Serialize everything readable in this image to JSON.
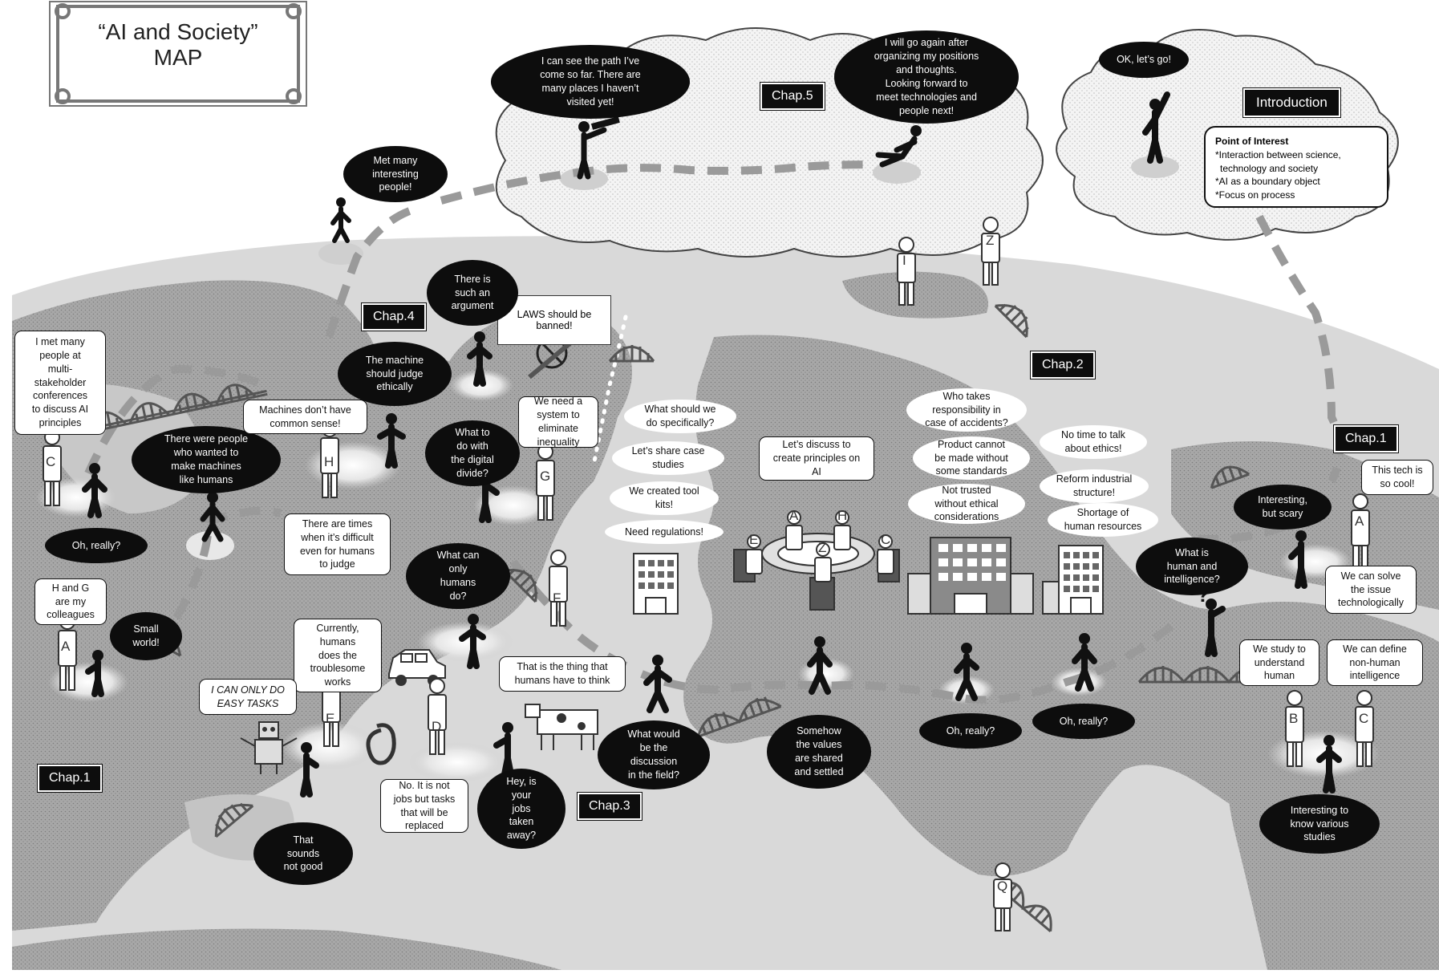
{
  "title": {
    "line1": "“AI and Society”",
    "line2": "MAP"
  },
  "chapters": {
    "intro": "Introduction",
    "chap1_right": "Chap.1",
    "chap1_left": "Chap.1",
    "chap2": "Chap.2",
    "chap3": "Chap.3",
    "chap4": "Chap.4",
    "chap5": "Chap.5"
  },
  "poi": {
    "heading": "Point of Interest",
    "items": [
      "*Interaction between science,",
      "  technology and society",
      "*AI as a boundary object",
      "*Focus on process"
    ]
  },
  "bubbles": {
    "ok_go": "OK, let’s go!",
    "path": "I can see the path I’ve\ncome so far. There are\nmany places I haven’t\nvisited yet!",
    "will_go": "I will go again after\norganizing my positions\nand thoughts.\nLooking forward to\nmeet technologies and\npeople next!",
    "met_many": "Met many\ninteresting\npeople!",
    "i_met": "I met many\npeople at\nmulti-\nstakeholder\nconferences\nto discuss AI\nprinciples",
    "oh_really_1": "Oh, really?",
    "h_and_g": "H and G\nare my\ncolleagues",
    "small_world": "Small\nworld!",
    "there_were": "There were people\nwho wanted to\nmake machines\nlike humans",
    "machines_dont": "Machines don’t have\ncommon sense!",
    "machine_should": "The machine\nshould judge\nethically",
    "there_are_times": "There are times\nwhen it’s difficult\neven for humans\nto judge",
    "there_is_argument": "There is\nsuch an\nargument",
    "laws": "LAWS should be\nbanned!",
    "digital_divide": "What to\ndo with\nthe digital\ndivide?",
    "eliminate": "We need a\nsystem to\neliminate\ninequality",
    "only_humans": "What can\nonly\nhumans\ndo?",
    "currently": "Currently,\nhumans\ndoes the\ntroublesome\nworks",
    "easy_tasks": "I CAN ONLY DO\nEASY TASKS",
    "thing_to_think": "That is the thing that\nhumans  have to think",
    "no_jobs": "No. It is not\njobs but tasks\nthat will be\nreplaced",
    "jobs_taken": "Hey, is\nyour\njobs\ntaken\naway?",
    "sounds_not_good": "That\nsounds\nnot good",
    "discussion_field": "What would\nbe the\ndiscussion\nin the field?",
    "what_should": "What should  we\ndo specifically?",
    "case_studies": "Let’s share case\nstudies",
    "tool_kits": "We created tool\nkits!",
    "regulations": "Need regulations!",
    "principles": "Let’s discuss to\ncreate principles  on\nAI",
    "somehow": "Somehow\nthe values\nare shared\nand settled",
    "responsibility": "Who takes\nresponsibility  in\ncase of accidents?",
    "standards": "Product cannot\nbe made without\nsome standards",
    "not_trusted": "Not trusted\nwithout ethical\nconsiderations",
    "oh_really_2": "Oh, really?",
    "no_time": "No time to talk\nabout ethics!",
    "reform": "Reform industrial\nstructure!",
    "shortage": "Shortage of\nhuman resources",
    "oh_really_3": "Oh, really?",
    "human_intel": "What is\nhuman and\nintelligence?",
    "interesting_scary": "Interesting,\nbut scary",
    "tech_cool": "This tech is\nso cool!",
    "solve": "We can solve\nthe issue\ntechnologically",
    "study_human": "We study to\nunderstand\nhuman",
    "define": "We can define\nnon-human\nintelligence",
    "various": "Interesting to\nknow various\nstudies"
  },
  "letters": [
    "C",
    "A",
    "H",
    "G",
    "E",
    "D",
    "F",
    "A",
    "H",
    "E",
    "Z",
    "C",
    "I",
    "Z",
    "A",
    "B",
    "C",
    "Q"
  ]
}
